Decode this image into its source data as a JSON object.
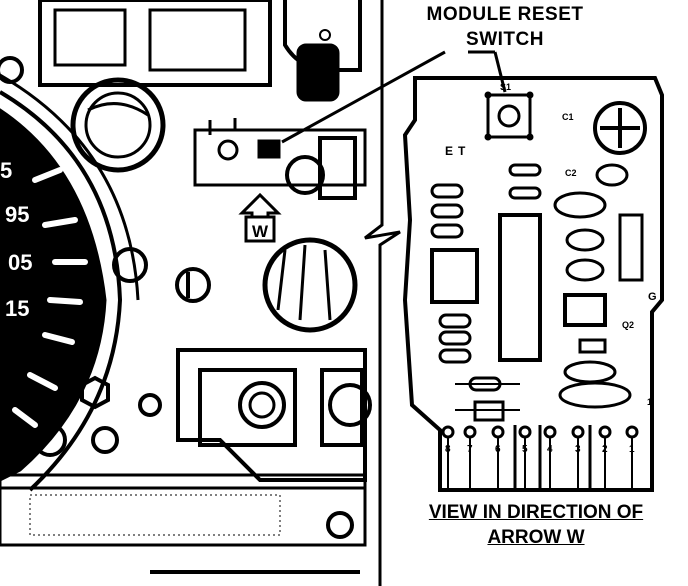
{
  "callout": {
    "line1": "MODULE RESET",
    "line2": "SWITCH"
  },
  "view_caption": {
    "line1": "VIEW IN DIRECTION OF",
    "line2": "ARROW W"
  },
  "arrow_marker": "W",
  "gauge_numbers": [
    "5",
    "95",
    "05",
    "15"
  ],
  "board_labels": {
    "switch_ref": "S1",
    "c1": "C1",
    "c2": "C2",
    "e": "E",
    "t": "T",
    "g": "G",
    "q2": "Q2",
    "one": "1"
  },
  "pins": [
    "8",
    "7",
    "6",
    "5",
    "4",
    "3",
    "2",
    "1"
  ],
  "colors": {
    "ink": "#000000",
    "paper": "#ffffff"
  }
}
